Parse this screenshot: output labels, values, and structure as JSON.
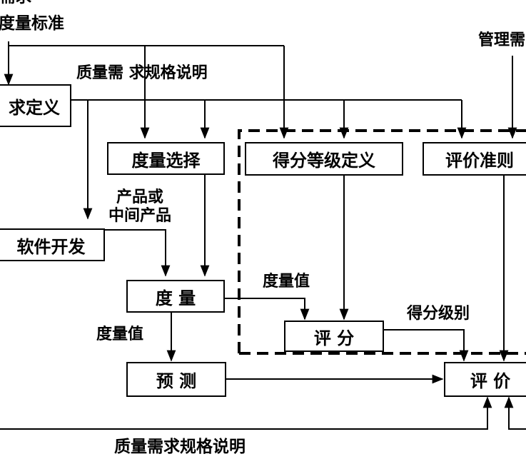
{
  "diagram": {
    "boxes": {
      "quality_definition": "求定义",
      "metric_selection": "度量选择",
      "rating_level_definition": "得分等级定义",
      "evaluation_criteria": "评价准则",
      "software_development": "软件开发",
      "measurement": "度  量",
      "rating": "评  分",
      "prediction": "预  测",
      "evaluation": "评  价"
    },
    "labels": {
      "top_cut": "需求",
      "metric_standard": "度量标准",
      "management": "管理需",
      "quality_requirement_spec_top": "质量需  求规格说明",
      "product_or_intermediate": "产品或\n中间产品",
      "measured_value_right": "度量值",
      "measured_value_left": "度量值",
      "rating_level": "得分级别",
      "quality_requirement_spec_bottom": "质量需求规格说明"
    }
  }
}
